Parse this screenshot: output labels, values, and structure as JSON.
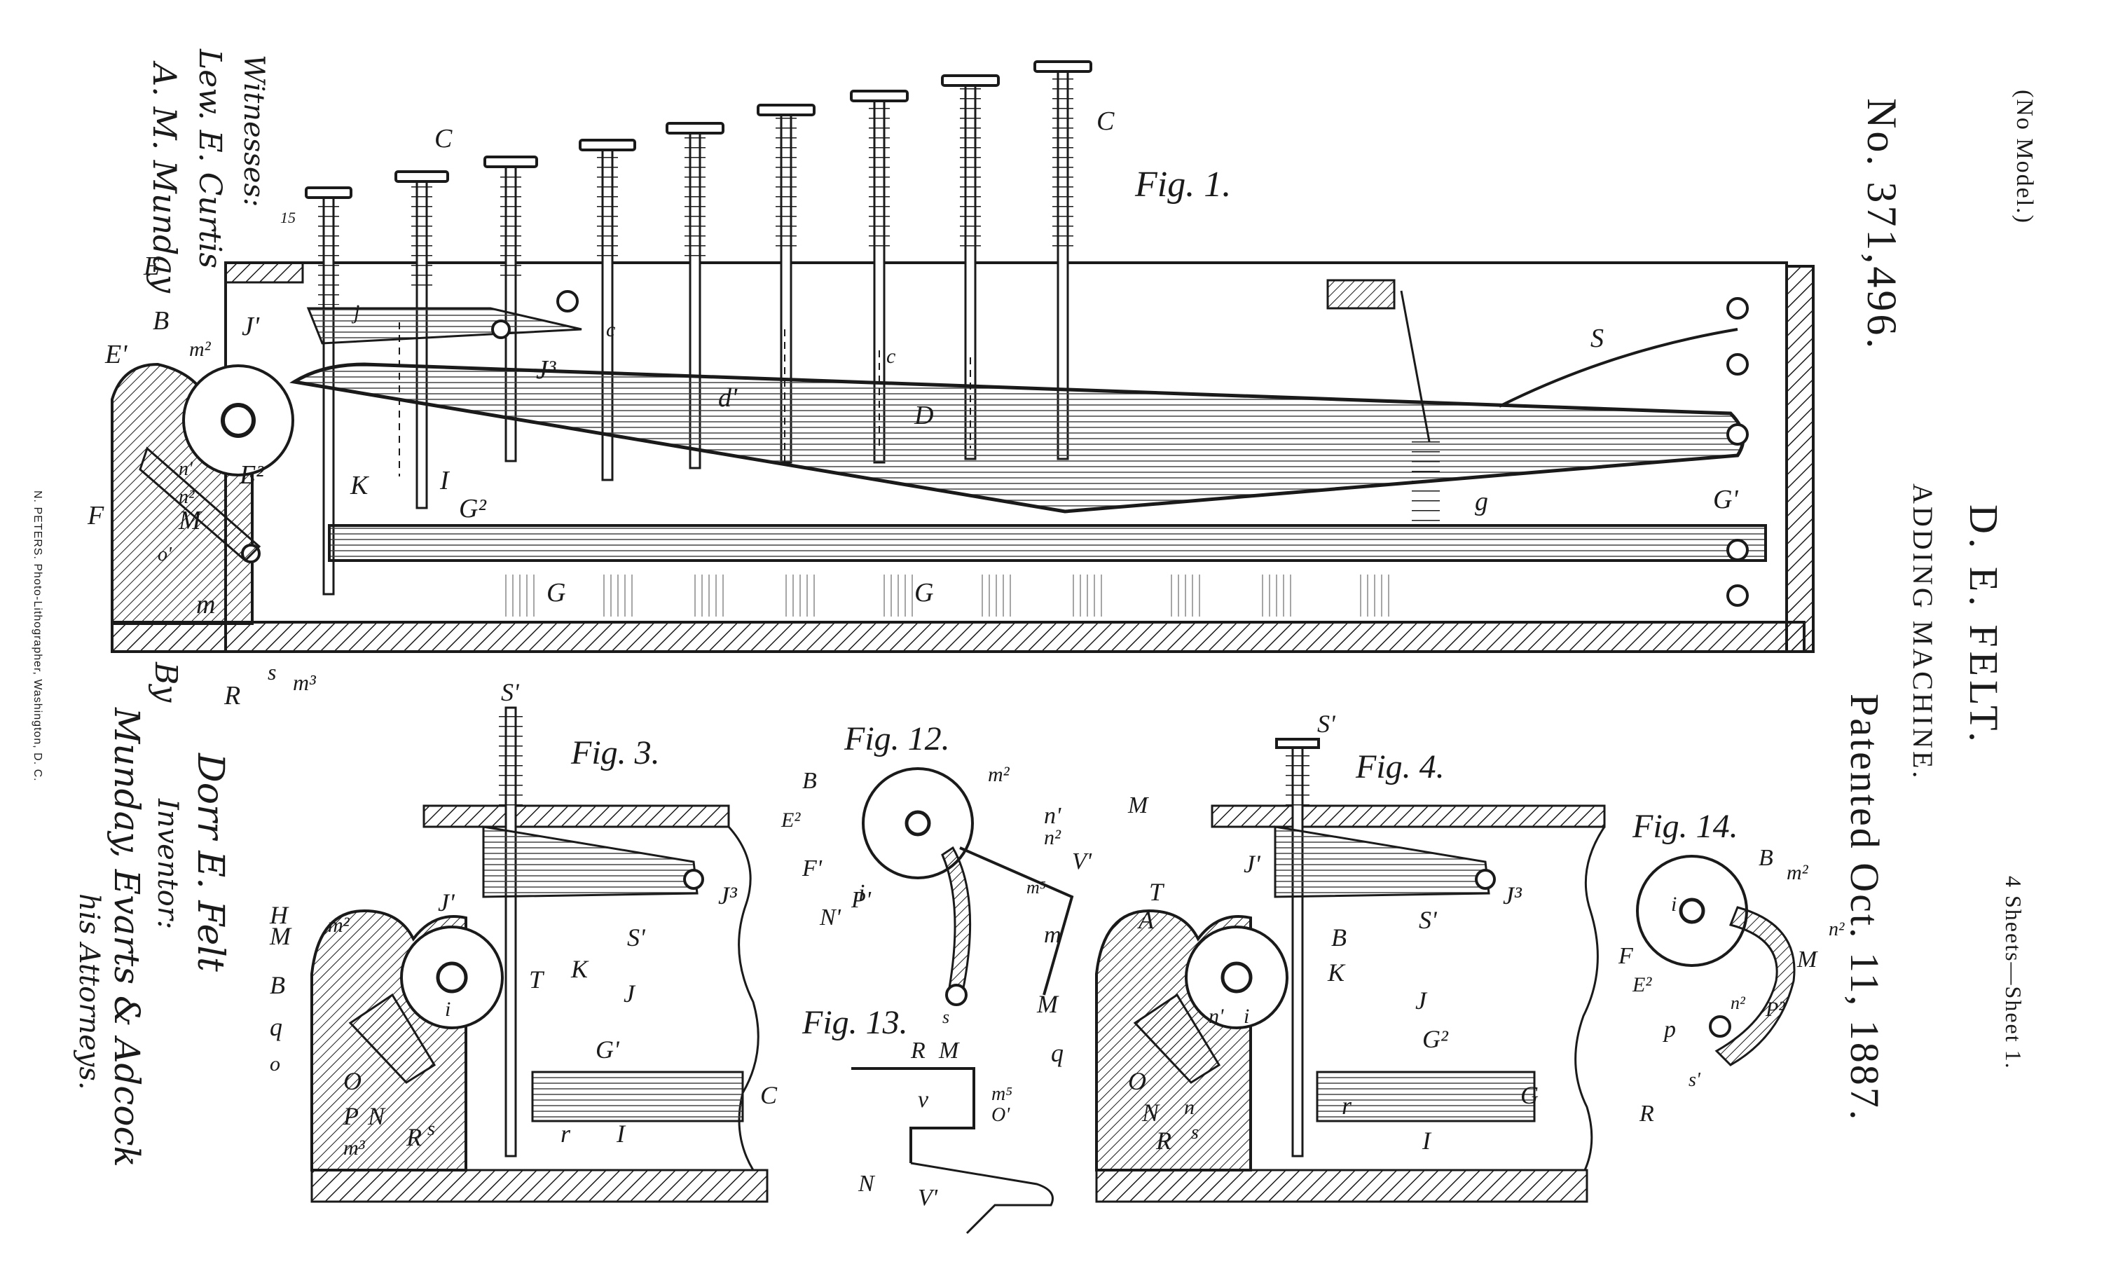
{
  "header": {
    "model_note": "(No Model.)",
    "sheet_count": "4 Sheets—Sheet 1.",
    "inventor": "D. E. FELT.",
    "title": "ADDING MACHINE.",
    "patent_number": "No. 371,496.",
    "patent_date": "Patented Oct. 11, 1887."
  },
  "signatures": {
    "witnesses_label": "Witnesses:",
    "witness_1": "Lew. E. Curtis",
    "witness_2": "A. M. Munday",
    "inventor_label": "Inventor:",
    "inventor_signature": "Dorr E. Felt",
    "attorneys_prefix": "By",
    "attorneys": "Munday, Evarts & Adcock",
    "attorneys_label": "his Attorneys."
  },
  "imprint": "N. PETERS. Photo-Lithographer, Washington, D. C.",
  "figures": {
    "fig1": {
      "label": "Fig. 1.",
      "callouts": [
        "C",
        "C",
        "15",
        "E",
        "J'",
        "j",
        "J³",
        "c",
        "c",
        "B",
        "m²",
        "E'",
        "E²",
        "d'",
        "D",
        "S",
        "K",
        "n'",
        "n²",
        "I",
        "G²",
        "g",
        "G'",
        "F",
        "M",
        "o'",
        "m",
        "G",
        "G",
        "R",
        "s",
        "m³"
      ]
    },
    "fig3": {
      "label": "Fig. 3.",
      "callouts": [
        "S'",
        "J'",
        "J³",
        "H",
        "m²",
        "S'",
        "T",
        "M",
        "K",
        "B",
        "J",
        "q",
        "G'",
        "o",
        "i",
        "O",
        "P",
        "N",
        "R",
        "s",
        "C",
        "m³",
        "r",
        "I"
      ]
    },
    "fig4": {
      "label": "Fig. 4.",
      "callouts": [
        "S'",
        "T",
        "J'",
        "J³",
        "A",
        "S'",
        "B",
        "K",
        "M",
        "n'",
        "i",
        "J",
        "q",
        "G²",
        "O",
        "N",
        "n",
        "R",
        "s",
        "r",
        "G",
        "I"
      ]
    },
    "fig12": {
      "label": "Fig. 12.",
      "callouts": [
        "B",
        "m²",
        "E²",
        "n'",
        "M",
        "n²",
        "V'",
        "F'",
        "i",
        "m⁵",
        "N'",
        "P'",
        "m",
        "s",
        "R",
        "M"
      ]
    },
    "fig13": {
      "label": "Fig. 13.",
      "callouts": [
        "v",
        "m⁵",
        "O'",
        "N",
        "V'"
      ]
    },
    "fig14": {
      "label": "Fig. 14.",
      "callouts": [
        "B",
        "m²",
        "i",
        "n²",
        "F",
        "M",
        "E²",
        "n²",
        "P²",
        "p",
        "s'",
        "R"
      ]
    }
  }
}
